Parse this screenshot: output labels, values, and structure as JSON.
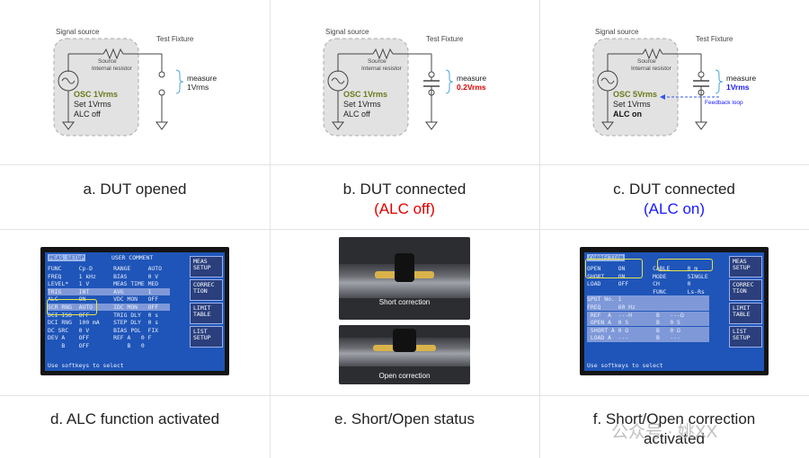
{
  "panels": [
    {
      "letter": "a",
      "caption": "a. DUT opened",
      "sub": "",
      "signal_source": "Signal source",
      "test_fixture": "Test Fixture",
      "source_resistor": "Source\nInternal resistor",
      "osc": "OSC 1Vrms",
      "set": "Set 1Vrms",
      "alc": "ALC off",
      "measure": "measure",
      "measure_val": "1Vrms"
    },
    {
      "letter": "b",
      "caption": "b. DUT connected",
      "sub": "(ALC off)",
      "signal_source": "Signal source",
      "test_fixture": "Test Fixture",
      "source_resistor": "Source\nInternal resistor",
      "osc": "OSC 1Vrms",
      "set": "Set 1Vrms",
      "alc": "ALC off",
      "measure": "measure",
      "measure_val": "0.2Vrms"
    },
    {
      "letter": "c",
      "caption": "c. DUT connected",
      "sub": "(ALC on)",
      "signal_source": "Signal source",
      "test_fixture": "Test Fixture",
      "source_resistor": "Source\nInternal resistor",
      "osc": "OSC 5Vrms",
      "set": "Set 1Vrms",
      "alc": "ALC on",
      "measure": "measure",
      "measure_val": "1Vrms",
      "feedback": "Feedback loop"
    },
    {
      "letter": "d",
      "caption": "d. ALC function activated"
    },
    {
      "letter": "e",
      "caption": "e. Short/Open status",
      "photo1": "Short correction",
      "photo2": "Open correction"
    },
    {
      "letter": "f",
      "caption": "f. Short/Open correction",
      "caption2": "activated"
    }
  ],
  "meas_setup": {
    "title": "MEAS SETUP",
    "subtitle": "USER COMMENT",
    "rows": [
      "FUNC     Cp-D      RANGE     AUTO",
      "FREQ     1 kHz     BIAS      0 V",
      "LEVEL*   1 V       MEAS TIME MED",
      "TRIG     INT       AVG       1",
      "ALC      ON        VDC MON   OFF",
      "SCR RNG  AUTO      IDC MON   OFF",
      "DCI ISO  OFF       TRIG DLY  0 s",
      "DCI RNG  100 mA    STEP DLY  0 s",
      "DC SRC   0 V       BIAS POL  FIX",
      "DEV A    OFF       REF A   0 F",
      "    B    OFF           B   0"
    ],
    "softkeys": [
      "MEAS\nSETUP",
      "CORREC\nTION",
      "LIMIT\nTABLE",
      "LIST\nSETUP"
    ],
    "footer": "Use softkeys to select"
  },
  "correction": {
    "title": "CORRECTION",
    "rows": [
      "OPEN     ON        CABLE     0 m",
      "SHORT    ON        MODE      SINGLE",
      "LOAD     OFF       CH        0",
      "                   FUNC      Ls-Rs",
      "SPOT No. 1",
      "FREQ     60 Hz",
      " REF  A  ---H       B   ---Ω",
      " OPEN A  0 S        B   0 S",
      " SHORT A 0 Ω        B   0 Ω",
      " LOAD A  ---        B   ---"
    ],
    "softkeys": [
      "MEAS\nSETUP",
      "CORREC\nTION",
      "LIMIT\nTABLE",
      "LIST\nSETUP"
    ],
    "footer": "Use softkeys to select"
  },
  "watermark": "公众号 · 姚XX"
}
